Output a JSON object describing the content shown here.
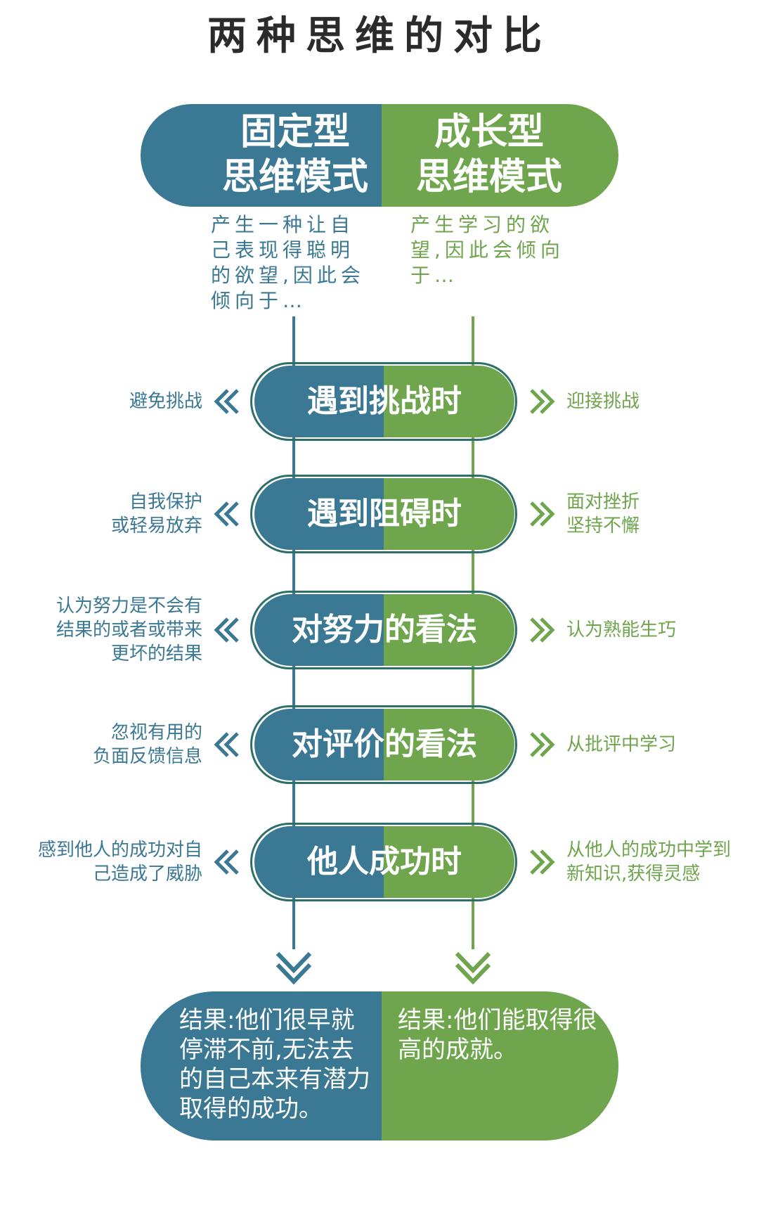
{
  "title": "两种思维的对比",
  "fixed": {
    "title_line1": "固定型",
    "title_line2": "思维模式",
    "description": "产生一种让自己表现得聪明的欲望,因此会倾向于…",
    "result": "结果:他们很早就停滞不前,无法去的自己本来有潜力取得的成功。"
  },
  "growth": {
    "title_line1": "成长型",
    "title_line2": "思维模式",
    "description": "产生学习的欲望,因此会倾向于…",
    "result": "结果:他们能取得很高的成就。"
  },
  "steps": [
    {
      "label": "遇到挑战时",
      "fixed": "避免挑战",
      "growth": "迎接挑战"
    },
    {
      "label": "遇到阻碍时",
      "fixed": "自我保护\n或轻易放弃",
      "growth": "面对挫折\n坚持不懈"
    },
    {
      "label": "对努力的看法",
      "fixed": "认为努力是不会有\n结果的或者或带来\n更坏的结果",
      "growth": "认为熟能生巧"
    },
    {
      "label": "对评价的看法",
      "fixed": "忽视有用的\n负面反馈信息",
      "growth": "从批评中学习"
    },
    {
      "label": "他人成功时",
      "fixed": "感到他人的成功对自\n己造成了威胁",
      "growth": "从他人的成功中学到\n新知识,获得灵感"
    }
  ],
  "colors": {
    "fixed": "#3a7894",
    "growth": "#6ea54d"
  }
}
